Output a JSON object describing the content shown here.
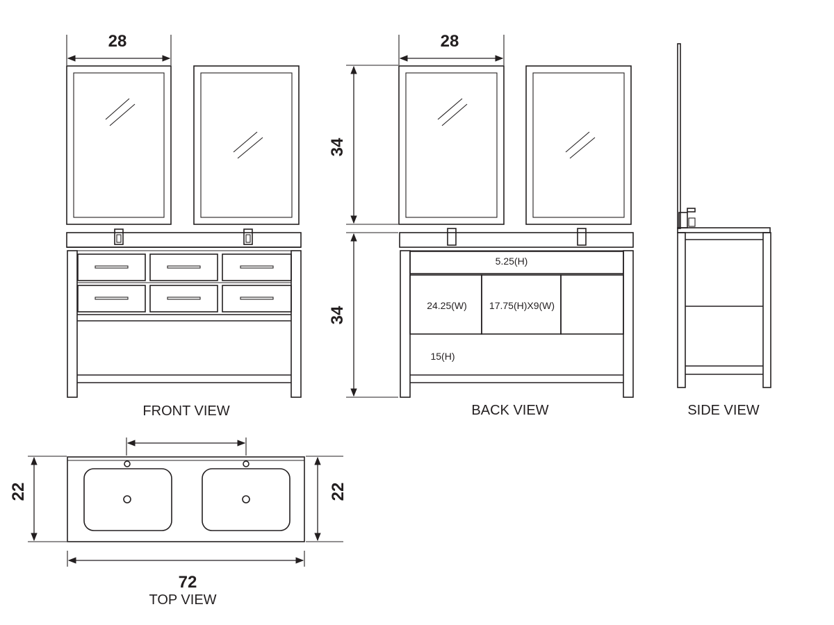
{
  "dimensions": {
    "front_mirror_width": "28",
    "back_mirror_width": "28",
    "mirror_height": "34",
    "vanity_height": "34",
    "depth_left": "22",
    "depth_right": "22",
    "total_width": "72"
  },
  "back_labels": {
    "top_drawer_height": "5.25(H)",
    "left_width": "24.25(W)",
    "middle_size": "17.75(H)X9(W)",
    "open_height": "15(H)"
  },
  "view_labels": {
    "front": "FRONT VIEW",
    "back": "BACK VIEW",
    "side": "SIDE VIEW",
    "top": "TOP VIEW"
  }
}
